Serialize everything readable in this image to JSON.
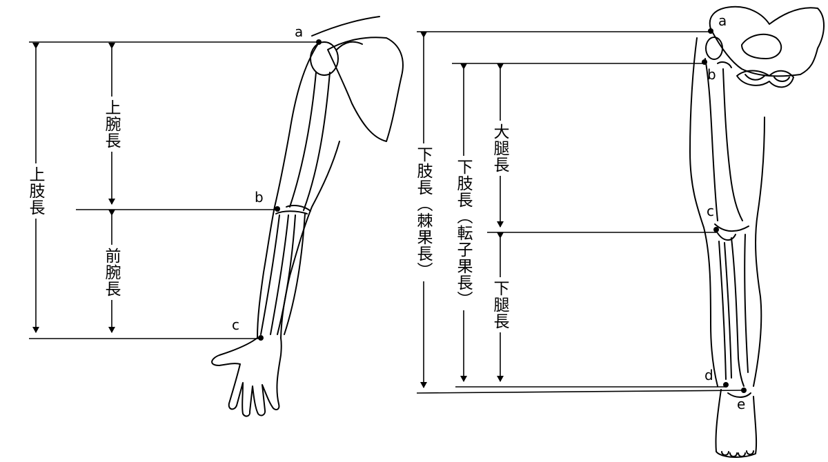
{
  "arm": {
    "points": {
      "a": "a",
      "b": "b",
      "c": "c"
    },
    "labels": {
      "upper_limb_length": "上肢長",
      "upper_arm_length": "上腕長",
      "forearm_length": "前腕長"
    }
  },
  "leg": {
    "points": {
      "a": "a",
      "b": "b",
      "c": "c",
      "d": "d",
      "e": "e"
    },
    "labels": {
      "lower_limb_length_spina": "下肢長（棘果長）",
      "lower_limb_length_trochanter": "下肢長（転子果長）",
      "thigh_length": "大腿長",
      "lower_leg_length": "下腿長"
    }
  }
}
